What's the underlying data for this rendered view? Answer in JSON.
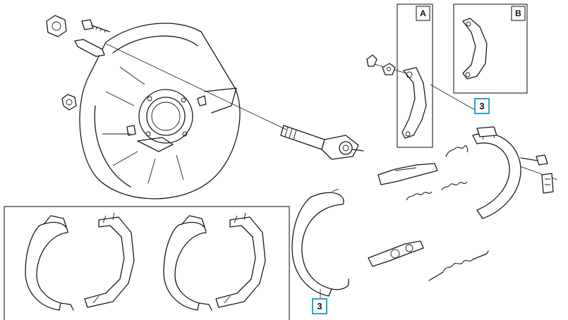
{
  "diagram": {
    "insets": [
      {
        "id": "A",
        "label": "A"
      },
      {
        "id": "B",
        "label": "B"
      }
    ],
    "callouts": [
      {
        "id": "shoe-upper",
        "label": "3"
      },
      {
        "id": "shoe-lower",
        "label": "3"
      }
    ],
    "colors": {
      "callout_border": "#2aa6c8",
      "line": "#1a1a1a",
      "background": "#ffffff"
    }
  }
}
